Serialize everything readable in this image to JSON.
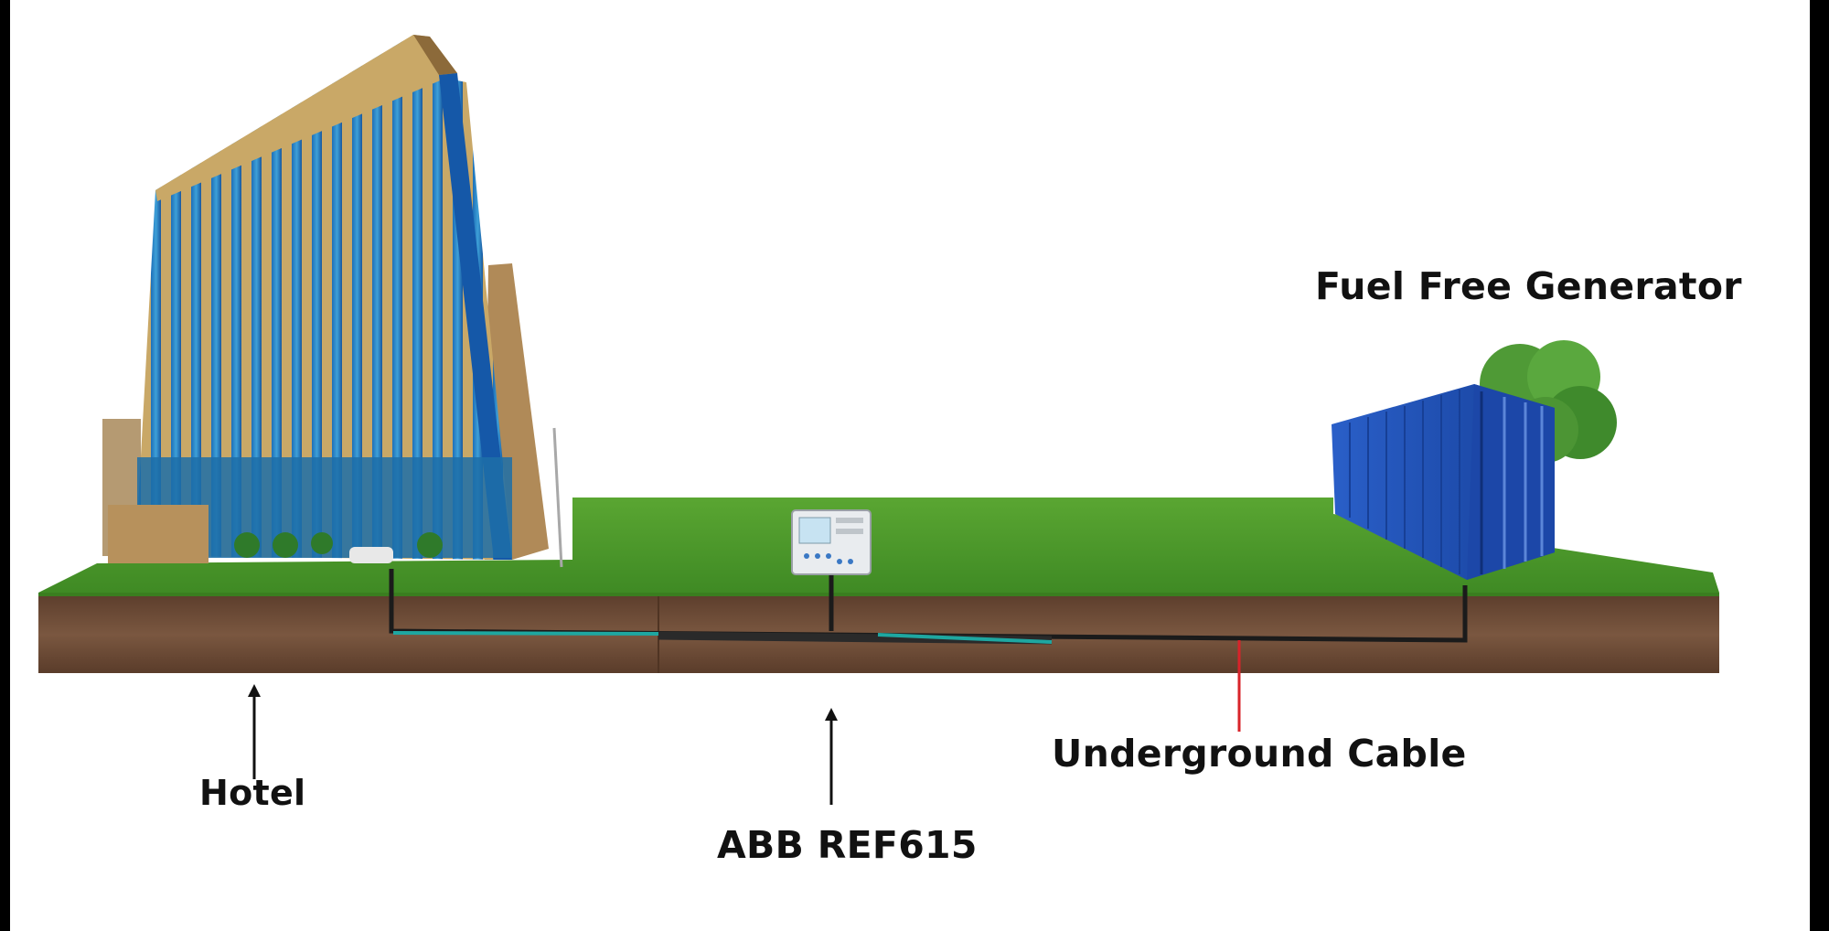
{
  "labels": {
    "hotel": "Hotel",
    "relay": "ABB REF615",
    "cable": "Underground Cable",
    "generator": "Fuel Free Generator"
  },
  "colors": {
    "grass": "#4e9a2c",
    "soil": "#6b4a35",
    "container": "#1f4fb5",
    "cable": "#1b1b1b",
    "cable_pointer": "#d8232a",
    "pointer": "#111111"
  },
  "icons": {
    "hotel": "hotel-building-icon",
    "relay": "protection-relay-icon",
    "generator": "shipping-container-generator-icon",
    "tree": "tree-icon"
  }
}
